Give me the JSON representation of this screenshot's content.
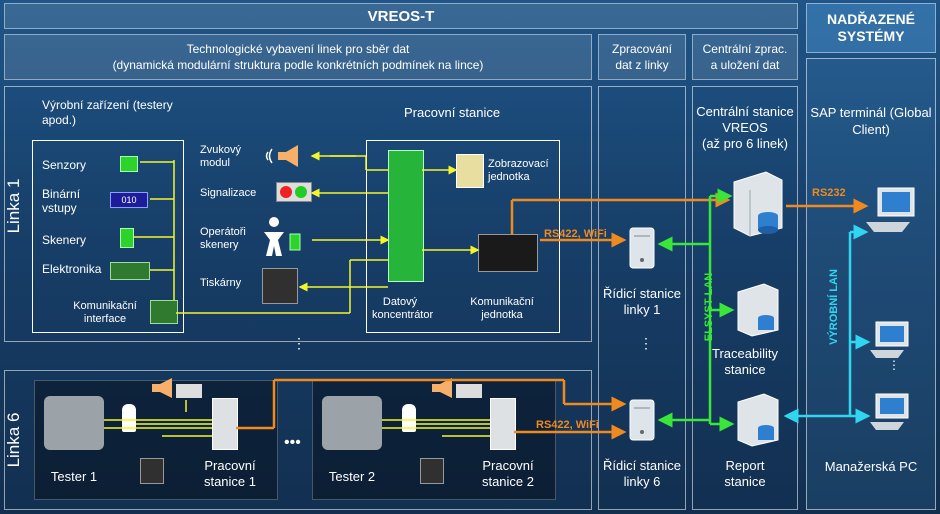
{
  "header": {
    "title": "VREOS-T",
    "superior": "NADŘAZENÉ\nSYSTÉMY"
  },
  "columns": {
    "tech": "Technologické vybavení linek pro sběr dat\n(dynamická modulární struktura podle konkrétních podmínek na lince)",
    "processing": "Zpracování\ndat z linky",
    "central": "Centrální zprac.\na uložení dat"
  },
  "linka1": {
    "label": "Linka 1",
    "production_title": "Výrobní zařízení (testery\napod.)",
    "devices": [
      "Senzory",
      "Binární\nvstupy",
      "Skenery",
      "Elektronika"
    ],
    "binary_display": "010",
    "comm_interface": "Komunikační\ninterface",
    "workstation_title": "Pracovní stanice",
    "sound_module": "Zvukový\nmodul",
    "signaling": "Signalizace",
    "operator_scanners": "Operátoři\nskenery",
    "printers": "Tiskárny",
    "display_unit": "Zobrazovací\njednotka",
    "data_concentrator": "Datový\nkoncentrátor",
    "comm_unit": "Komunikační\njednotka",
    "rs_label": "RS422, WiFi",
    "control_station": "Řídicí stanice\nlinky 1"
  },
  "linka6": {
    "label": "Linka 6",
    "tester1": "Tester 1",
    "tester2": "Tester 2",
    "ws1": "Pracovní\nstanice 1",
    "ws2": "Pracovní\nstanice 2",
    "rs_label": "RS422, WiFi",
    "control_station": "Řídicí stanice\nlinky 6"
  },
  "central": {
    "main_station": "Centrální stanice\nVREOS\n(až pro 6 linek)",
    "elsyst_lan": "ELSYST LAN",
    "traceability": "Traceability\nstanice",
    "report": "Report\nstanice"
  },
  "superior": {
    "sap": "SAP terminál (Global\nClient)",
    "rs232": "RS232",
    "production_lan": "VÝROBNÍ LAN",
    "manager_pc": "Manažerská PC"
  },
  "colors": {
    "wire_yellow": "#f5f52a",
    "wire_orange": "#f08a1e",
    "wire_green": "#39e639",
    "wire_cyan": "#30d6f0",
    "lan_green_text": "#39e639",
    "lan_cyan_text": "#30d6f0"
  }
}
